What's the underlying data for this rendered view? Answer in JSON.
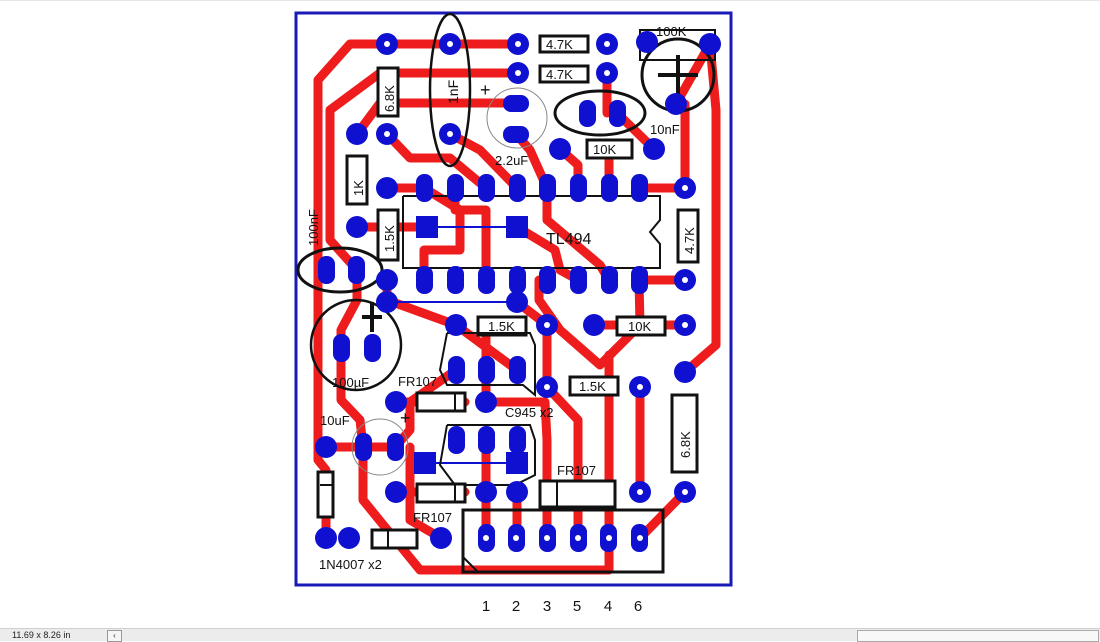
{
  "status": {
    "page_size": "11.69 x 8.26 in",
    "nav_button": "‹"
  },
  "board": {
    "colors": {
      "trace": "#ee1c1c",
      "pad": "#1010d0",
      "outline": "#1a1ab8",
      "silk": "#111111"
    },
    "ic_label": "TL494",
    "labels": {
      "r_47k_a": "4.7K",
      "r_47k_b": "4.7K",
      "pot": "100K",
      "r_68k_top": "6.8K",
      "c_1nf": "1nF",
      "c_22uf": "2.2uF",
      "c_10nf": "10nF",
      "r_10k_top": "10K",
      "r_1k": "1K",
      "c_100nf": "100nF",
      "r_15k_left": "1.5K",
      "r_47k_right": "4.7K",
      "r_15k_mid": "1.5K",
      "r_10k_mid": "10K",
      "c_100uf": "100µF",
      "d_fr107_a": "FR107",
      "q_c945": "C945 x2",
      "r_15k_low": "1.5K",
      "c_10uf": "10uF",
      "r_68k_right": "6.8K",
      "d_fr107_b": "FR107",
      "d_fr107_c": "FR107",
      "d_1n4007": "1N4007 x2",
      "plus_a": "+",
      "plus_b": "+"
    },
    "connector_pins": [
      "1",
      "2",
      "3",
      "5",
      "4",
      "6"
    ]
  }
}
